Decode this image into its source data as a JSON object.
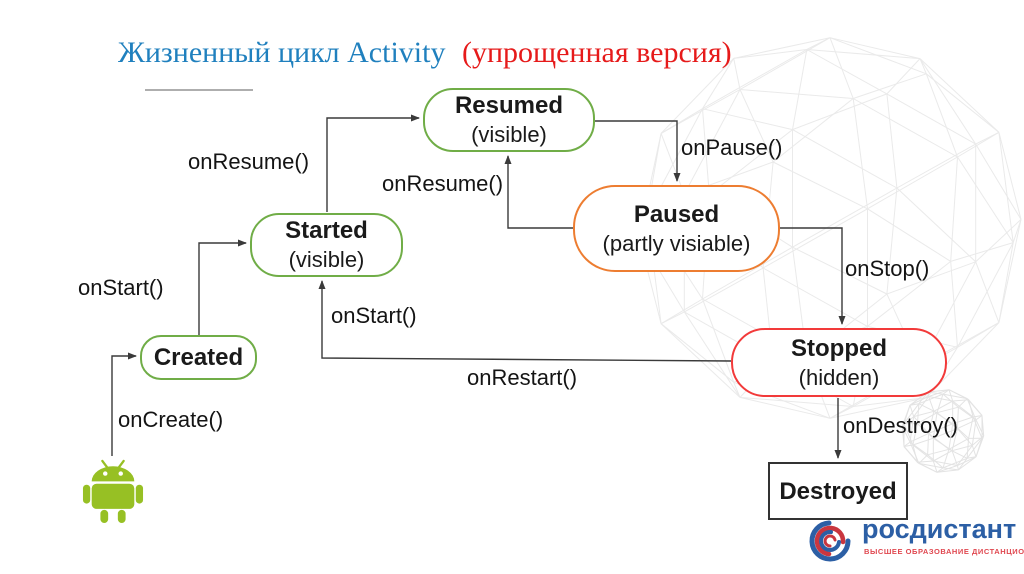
{
  "title": {
    "main": "Жизненный цикл Activity",
    "sub": "(упрощенная версия)"
  },
  "nodes": {
    "created": {
      "label": "Created",
      "sublabel": ""
    },
    "started": {
      "label": "Started",
      "sublabel": "(visible)"
    },
    "resumed": {
      "label": "Resumed",
      "sublabel": "(visible)"
    },
    "paused": {
      "label": "Paused",
      "sublabel": "(partly visiable)"
    },
    "stopped": {
      "label": "Stopped",
      "sublabel": "(hidden)"
    },
    "destroyed": {
      "label": "Destroyed",
      "sublabel": ""
    }
  },
  "edges": {
    "oncreate": "onCreate()",
    "onstart_created": "onStart()",
    "onresume_started": "onResume()",
    "onresume_paused": "onResume()",
    "onpause": "onPause()",
    "onstop": "onStop()",
    "onrestart": "onRestart()",
    "onstart_restart": "onStart()",
    "ondestroy": "onDestroy()"
  },
  "logo": {
    "name": "росдистант",
    "tagline": "ВЫСШЕЕ ОБРАЗОВАНИЕ ДИСТАНЦИОННО"
  },
  "icons": {
    "android": "android-robot-icon",
    "logo_swirl": "rosdistant-swirl-icon",
    "background": [
      "geodesic-sphere-large",
      "geodesic-sphere-small"
    ]
  },
  "colors": {
    "title_blue": "#2080be",
    "title_red": "#e61a1a",
    "node_green": "#70ad47",
    "node_orange": "#ed7d31",
    "node_red": "#f23a3a",
    "arrow": "#3a3a3a",
    "android_green": "#97c024",
    "logo_blue": "#2c5fa5",
    "logo_red": "#e04850"
  }
}
